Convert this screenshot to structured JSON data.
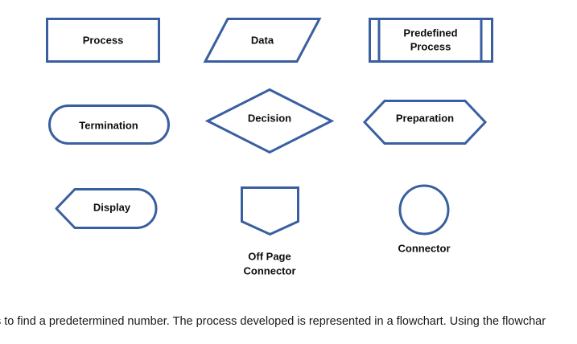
{
  "diagram": {
    "title": "Flowchart symbols legend",
    "stroke_color": "#3a5fa0",
    "fill_color": "#ffffff",
    "label_color": "#0d0d0d",
    "symbols": [
      {
        "id": "process",
        "label": "Process",
        "shape": "rectangle",
        "row": 1,
        "col": 1,
        "label_position": "inside"
      },
      {
        "id": "data",
        "label": "Data",
        "shape": "parallelogram",
        "row": 1,
        "col": 2,
        "label_position": "inside"
      },
      {
        "id": "predefined-process",
        "label": "Predefined Process",
        "shape": "predefined-process",
        "row": 1,
        "col": 3,
        "label_position": "inside",
        "label_lines": [
          "Predefined",
          "Process"
        ]
      },
      {
        "id": "termination",
        "label": "Termination",
        "shape": "stadium",
        "row": 2,
        "col": 1,
        "label_position": "inside"
      },
      {
        "id": "decision",
        "label": "Decision",
        "shape": "diamond",
        "row": 2,
        "col": 2,
        "label_position": "inside"
      },
      {
        "id": "preparation",
        "label": "Preparation",
        "shape": "hexagon",
        "row": 2,
        "col": 3,
        "label_position": "inside"
      },
      {
        "id": "display",
        "label": "Display",
        "shape": "display",
        "row": 3,
        "col": 1,
        "label_position": "inside"
      },
      {
        "id": "off-page-connector",
        "label": "Off Page Connector",
        "shape": "pentagon-down",
        "row": 3,
        "col": 2,
        "label_position": "below",
        "label_lines": [
          "Off Page",
          "Connector"
        ]
      },
      {
        "id": "connector",
        "label": "Connector",
        "shape": "circle",
        "row": 3,
        "col": 3,
        "label_position": "below"
      }
    ]
  },
  "caption": {
    "text": "s to find a predetermined number. The process developed is represented in a flowchart. Using the flowchar",
    "clipped_left": true,
    "clipped_right": true
  }
}
